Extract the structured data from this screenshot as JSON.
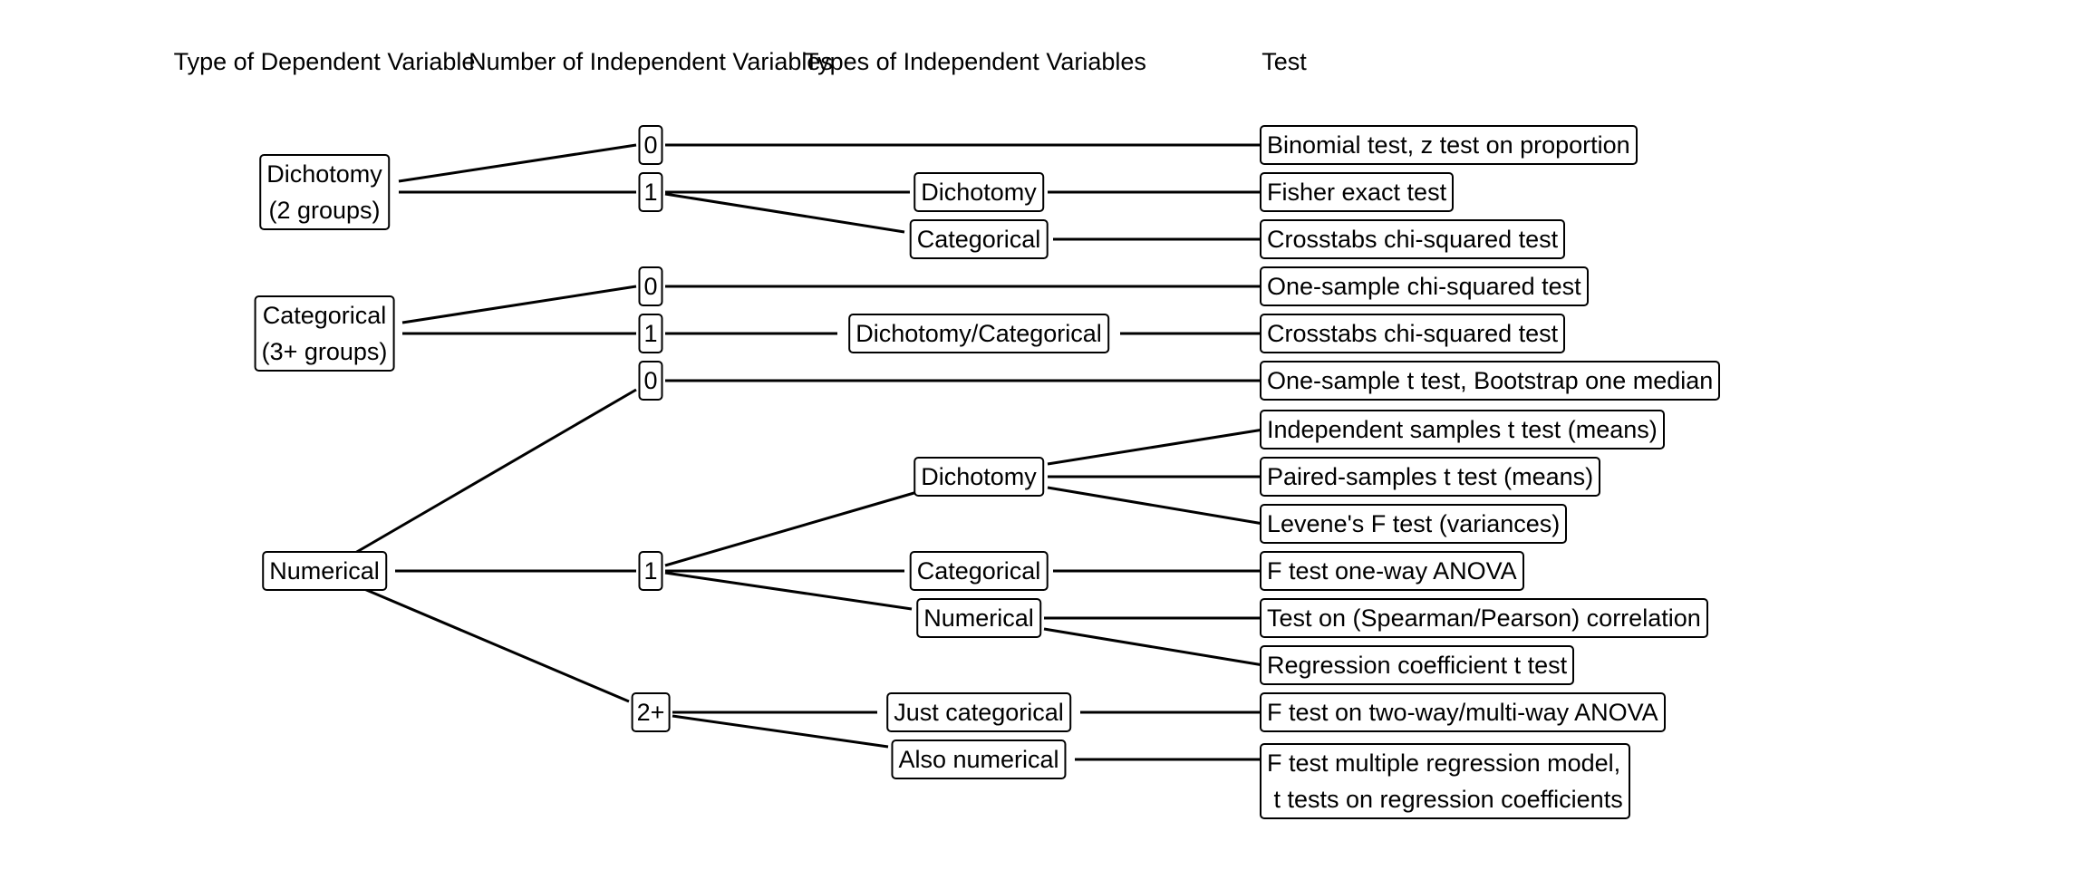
{
  "headers": {
    "dependent_line1": "Type of Dependent",
    "dependent_line2": "Variable",
    "number_line1": "Number of",
    "number_line2": "Independent Variables",
    "types_line1": "Types of Independent",
    "types_line2": "Variables",
    "test": "Test"
  },
  "dependent": {
    "dichotomy_line1": "Dichotomy",
    "dichotomy_line2": "(2 groups)",
    "categorical_line1": "Categorical",
    "categorical_line2": "(3+ groups)",
    "numerical": "Numerical"
  },
  "counts": {
    "dich_0": "0",
    "dich_1": "1",
    "cat_0": "0",
    "cat_1": "1",
    "num_0": "0",
    "num_1": "1",
    "num_2plus": "2+"
  },
  "independent_types": {
    "dich_dichotomy": "Dichotomy",
    "dich_categorical": "Categorical",
    "cat_dichcat": "Dichotomy/Categorical",
    "num_dichotomy": "Dichotomy",
    "num_categorical": "Categorical",
    "num_numerical": "Numerical",
    "num_just_categorical": "Just categorical",
    "num_also_numerical": "Also numerical"
  },
  "tests": {
    "binomial": "Binomial test, z test on proportion",
    "fisher": "Fisher exact test",
    "crosstabs_1": "Crosstabs chi-squared test",
    "one_sample_chi": "One-sample chi-squared test",
    "crosstabs_2": "Crosstabs chi-squared test",
    "one_sample_t": "One-sample t test, Bootstrap one median",
    "independent_t": "Independent samples t test (means)",
    "paired_t": "Paired-samples t test (means)",
    "levene": "Levene's F test (variances)",
    "anova_oneway": "F test one-way ANOVA",
    "correlation": "Test on (Spearman/Pearson) correlation",
    "regression_coef": "Regression coefficient t test",
    "anova_multiway": "F test on two-way/multi-way ANOVA",
    "multiple_regression_line1": "F test multiple regression model,",
    "multiple_regression_line2": " t tests on regression coefficients"
  }
}
